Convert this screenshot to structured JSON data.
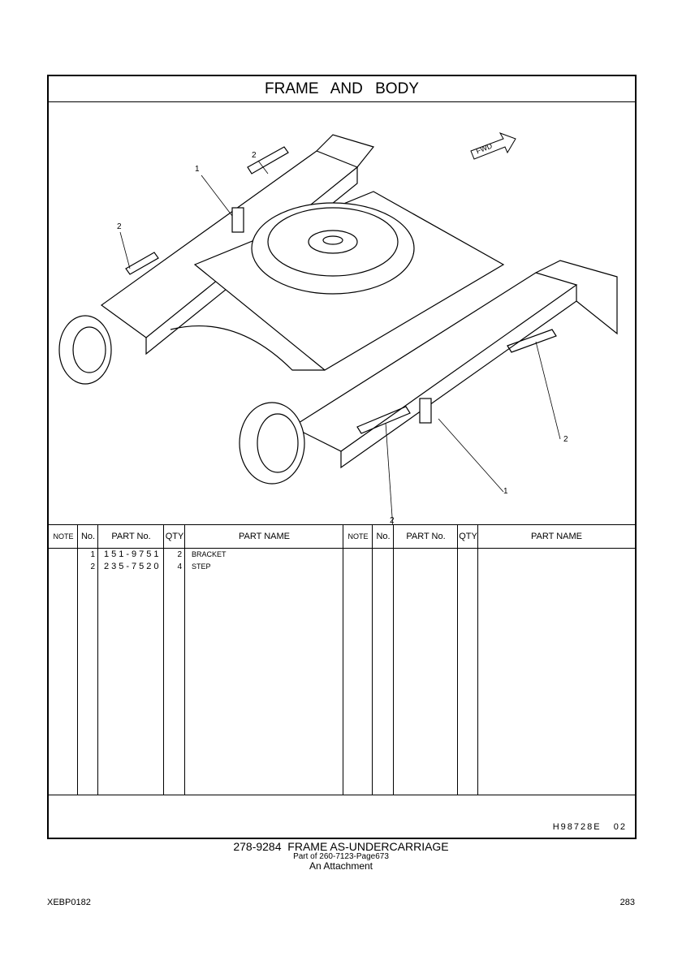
{
  "page_title": "FRAME AND BODY",
  "illustration": {
    "callouts": [
      "1",
      "2",
      "2",
      "1",
      "2",
      "2"
    ],
    "direction_label": "FWD"
  },
  "table": {
    "headers": [
      "NOTE",
      "No.",
      "PART No.",
      "QTY",
      "PART NAME",
      "NOTE",
      "No.",
      "PART No.",
      "QTY",
      "PART NAME"
    ],
    "rows": [
      {
        "no": "1",
        "part_no": "151-9751",
        "qty": "2",
        "name": "BRACKET"
      },
      {
        "no": "2",
        "part_no": "235-7520",
        "qty": "4",
        "name": "STEP"
      }
    ]
  },
  "illustration_code": "H98728E",
  "illustration_rev": "02",
  "caption": {
    "main": "278-9284  FRAME AS-UNDERCARRIAGE",
    "sub1": "Part of 260-7123-Page673",
    "sub2": "An Attachment"
  },
  "footer": {
    "doc_id": "XEBP0182",
    "page_number": "283"
  }
}
